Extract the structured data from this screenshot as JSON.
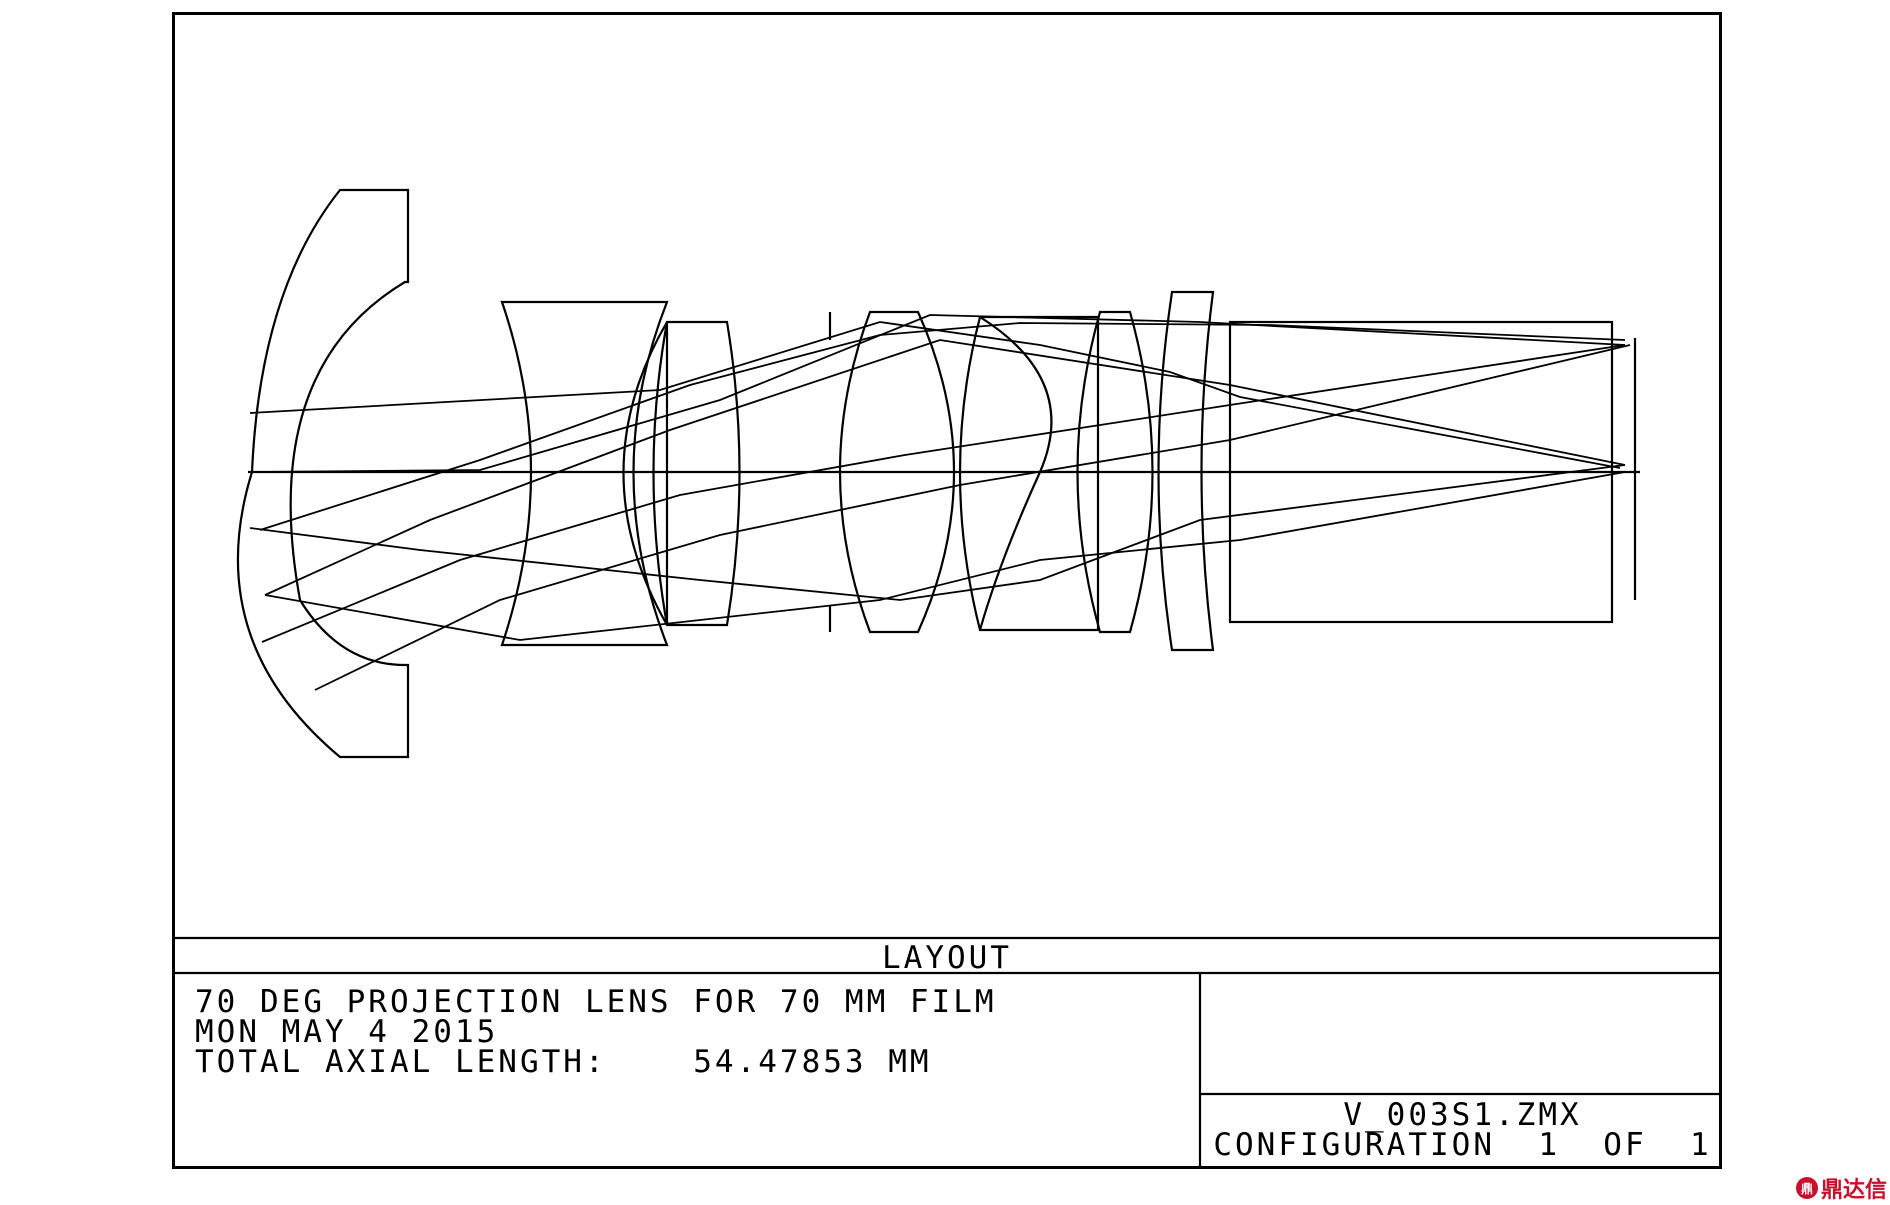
{
  "layout": {
    "title": "LAYOUT",
    "description": [
      "70 DEG PROJECTION LENS FOR 70 MM FILM",
      "MON MAY 4 2015",
      "TOTAL AXIAL LENGTH:    54.47853 MM"
    ],
    "file_name": "V_003S1.ZMX",
    "configuration": "CONFIGURATION  1  OF  1"
  },
  "watermark": {
    "logo_glyph": "鼎",
    "text": "鼎达信"
  },
  "colors": {
    "line": "#000000",
    "background": "#ffffff",
    "watermark": "#c8102e"
  }
}
